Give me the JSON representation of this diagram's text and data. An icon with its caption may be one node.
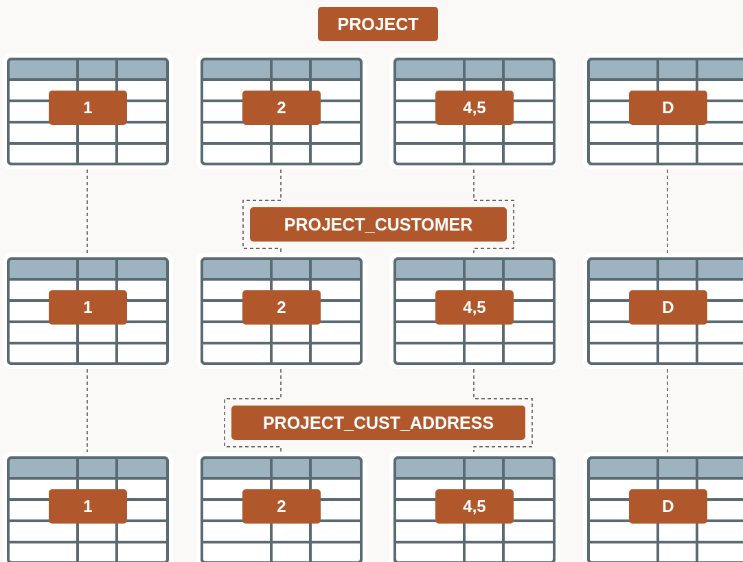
{
  "diagram": {
    "nodes": [
      {
        "text": [
          "PROJECT"
        ]
      },
      {
        "text": [
          "1"
        ]
      },
      {
        "text": [
          "2"
        ]
      },
      {
        "text": [
          "4,5"
        ]
      },
      {
        "text": [
          "D"
        ]
      },
      {
        "text": [
          "PROJECT_CUSTOMER"
        ]
      },
      {
        "text": [
          "1"
        ]
      },
      {
        "text": [
          "2"
        ]
      },
      {
        "text": [
          "4,5"
        ]
      },
      {
        "text": [
          "D"
        ]
      },
      {
        "text": [
          "PROJECT_CUST_ADDRESS"
        ]
      },
      {
        "text": [
          "1"
        ]
      },
      {
        "text": [
          "2"
        ]
      },
      {
        "text": [
          "4,5"
        ]
      },
      {
        "text": [
          "D"
        ]
      }
    ],
    "edges": [
      {
        "from": 1,
        "to": 6,
        "arrow": "none",
        "style": "dashed"
      },
      {
        "from": 2,
        "to": 7,
        "arrow": "none",
        "style": "dashed"
      },
      {
        "from": 3,
        "to": 8,
        "arrow": "none",
        "style": "dashed"
      },
      {
        "from": 4,
        "to": 9,
        "arrow": "none",
        "style": "dashed"
      },
      {
        "from": 6,
        "to": 11,
        "arrow": "none",
        "style": "dashed"
      },
      {
        "from": 7,
        "to": 12,
        "arrow": "none",
        "style": "dashed"
      },
      {
        "from": 8,
        "to": 13,
        "arrow": "none",
        "style": "dashed"
      },
      {
        "from": 9,
        "to": 14,
        "arrow": "none",
        "style": "dashed"
      }
    ]
  }
}
